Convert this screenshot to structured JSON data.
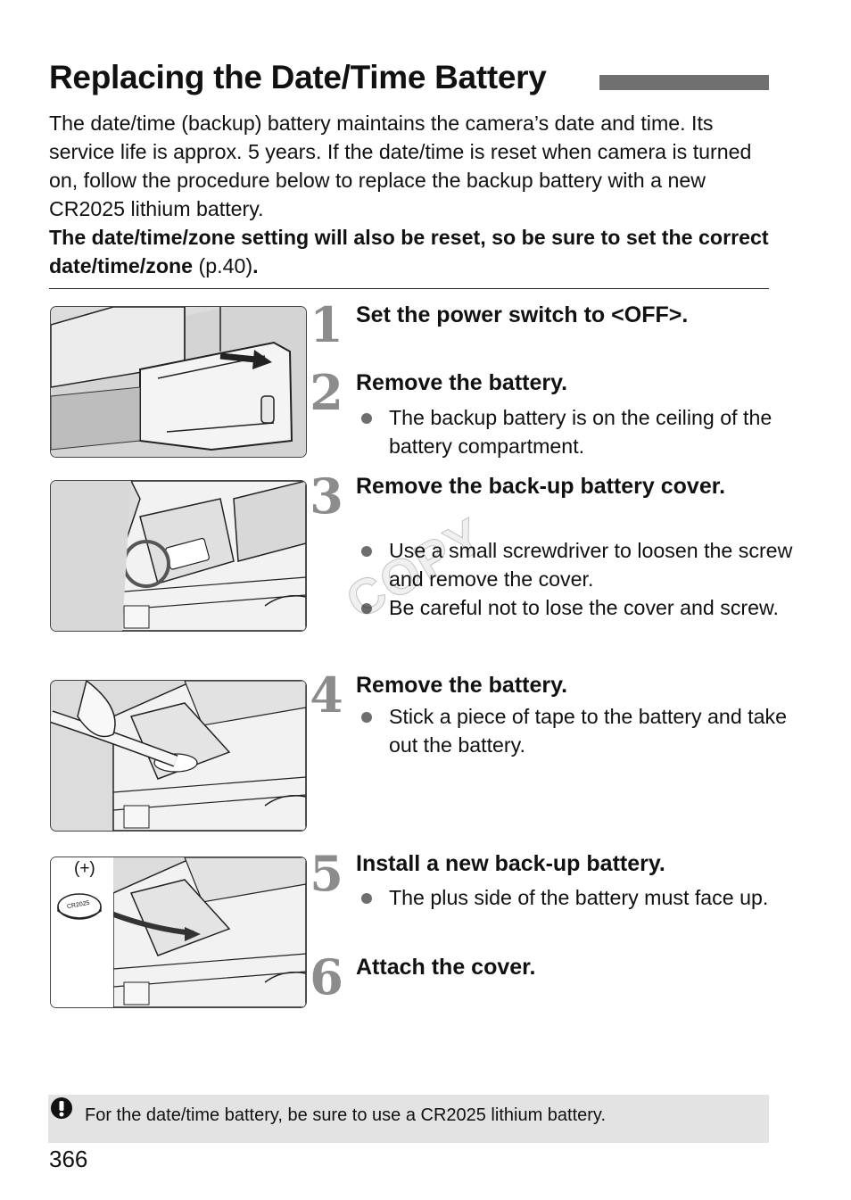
{
  "title": "Replacing the Date/Time Battery",
  "intro": {
    "paragraph": "The date/time (backup) battery maintains the camera’s date and time. Its service life is approx. 5 years. If the date/time is reset when camera is turned on, follow the procedure below to replace the backup battery with a new CR2025 lithium battery.",
    "warning_bold": "The date/time/zone setting will also be reset, so be sure to set the correct date/time/zone",
    "warning_ref": " (p.40)",
    "warning_end": "."
  },
  "steps": [
    {
      "number": "1",
      "title": "Set the power switch to <OFF>.",
      "bullets": []
    },
    {
      "number": "2",
      "title": "Remove the battery.",
      "bullets": [
        "The backup battery is on the ceiling of the battery compartment."
      ]
    },
    {
      "number": "3",
      "title": "Remove the back-up battery cover.",
      "bullets": [
        "Use a small screwdriver to loosen the screw and remove the cover.",
        "Be careful not to lose the cover and screw."
      ]
    },
    {
      "number": "4",
      "title": "Remove the battery.",
      "bullets": [
        "Stick a piece of tape to the battery and take out the battery."
      ]
    },
    {
      "number": "5",
      "title": "Install a new back-up battery.",
      "bullets": [
        "The plus side of the battery must face up."
      ]
    },
    {
      "number": "6",
      "title": "Attach the cover.",
      "bullets": []
    }
  ],
  "illustrations": {
    "plus_label": "(+)",
    "battery_label": "CR2025"
  },
  "watermark": "COPY",
  "caution": {
    "icon": "caution-icon",
    "text": "For the date/time battery, be sure to use a CR2025 lithium battery."
  },
  "page_number": "366"
}
